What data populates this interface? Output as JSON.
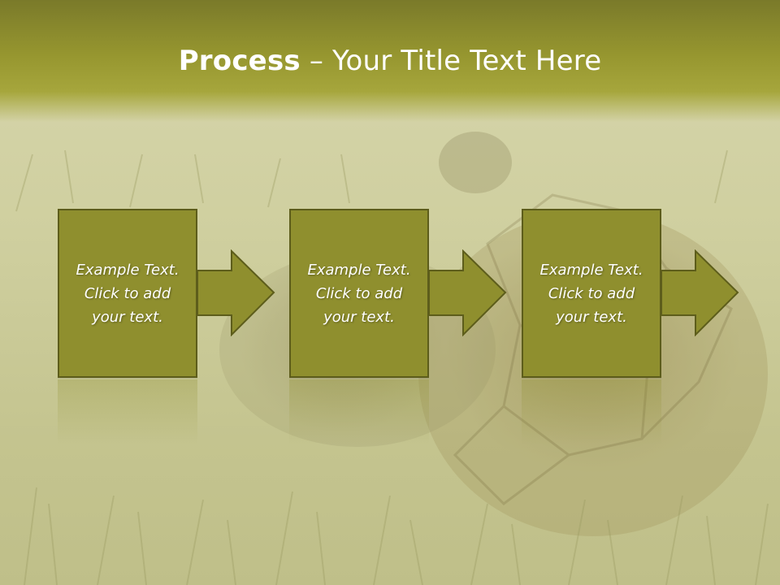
{
  "slide": {
    "title_bold": "Process",
    "title_rest": " – Your Title Text Here"
  },
  "steps": [
    {
      "text": "Example Text.\nClick  to add\nyour text."
    },
    {
      "text": "Example Text.\nClick  to add\nyour text."
    },
    {
      "text": "Example Text.\nClick  to add\nyour text."
    }
  ],
  "colors": {
    "title_band": "#96962f",
    "box_fill": "#8f8f2e",
    "box_border": "#5d5d1b",
    "text": "#ffffff"
  },
  "icons": {
    "arrow": "right-arrow-icon",
    "background": "tortoise-on-grass-photo"
  }
}
